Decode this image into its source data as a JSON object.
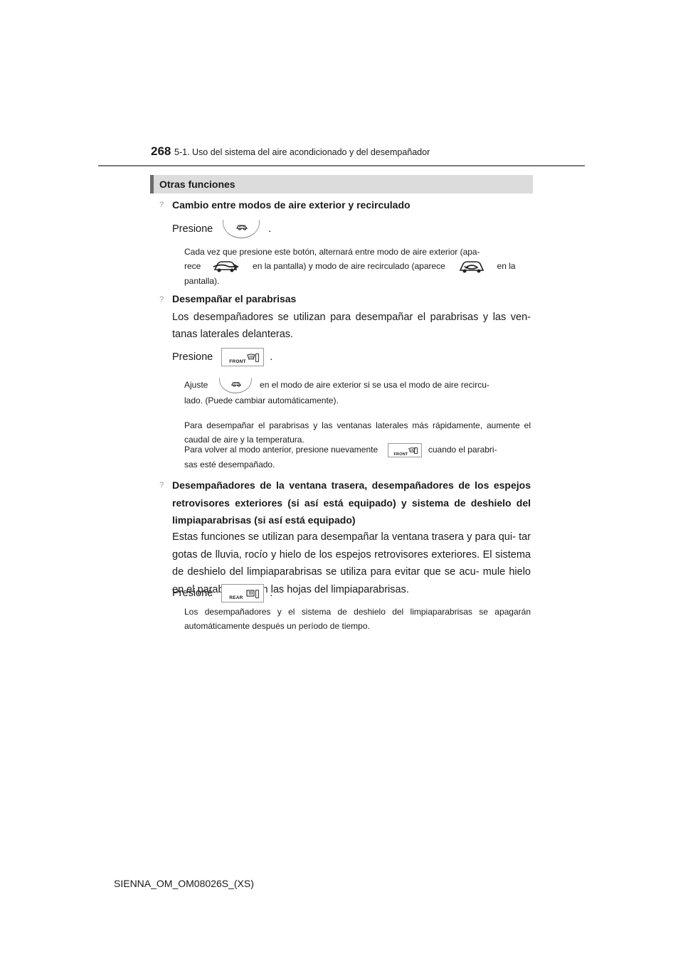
{
  "header": {
    "page_number": "268",
    "chapter": "5-1. Uso del sistema del aire acondicionado y del desempañador"
  },
  "section": {
    "title": "Otras funciones"
  },
  "bullet_glyph": "?",
  "items": [
    {
      "heading": "Cambio entre modos de aire exterior y recirculado",
      "press_text": "Presione",
      "press_end": ".",
      "note_parts": [
        "Cada vez que presione este botón, alternará entre modo de aire exterior (apa-",
        "rece",
        "en la pantalla) y modo de aire recirculado (aparece",
        "en la",
        "pantalla)."
      ]
    },
    {
      "heading": "Desempañar el parabrisas",
      "body": "Los desempañadores se utilizan para desempañar el parabrisas y las ven- tanas laterales delanteras.",
      "press_text": "Presione",
      "press_end": ".",
      "note1_parts": [
        "Ajuste",
        "en el modo de aire exterior si se usa el modo de aire recircu-",
        "lado. (Puede cambiar automáticamente)."
      ],
      "note2": "Para desempañar el parabrisas y las ventanas laterales más rápidamente, aumente el caudal de aire y la temperatura.",
      "note3_parts": [
        "Para volver al modo anterior, presione nuevamente",
        "cuando el parabri-",
        "sas esté desempañado."
      ]
    },
    {
      "heading": "Desempañadores de la ventana trasera, desempañadores de los espejos retrovisores exteriores (si así está equipado) y sistema de deshielo del limpiaparabrisas (si así está equipado)",
      "body": "Estas funciones se utilizan para desempañar la ventana trasera y para qui- tar gotas de lluvia, rocío y hielo de los espejos retrovisores exteriores. El sistema de deshielo del limpiaparabrisas se utiliza para evitar que se acu- mule hielo en el parabrisas y en las hojas del limpiaparabrisas.",
      "press_text": "Presione",
      "press_end": ".",
      "note": "Los desempañadores y el sistema de deshielo del limpiaparabrisas se apagarán automáticamente después un período de tiempo."
    }
  ],
  "buttons": {
    "front_label": "FRONT",
    "rear_label": "REAR"
  },
  "icons": [
    "recirculation-icon",
    "outside-air-icon",
    "recirculated-air-icon",
    "windshield-defog-icon",
    "rear-defog-icon"
  ],
  "footer": {
    "code": "SIENNA_OM_OM08026S_(XS)"
  }
}
